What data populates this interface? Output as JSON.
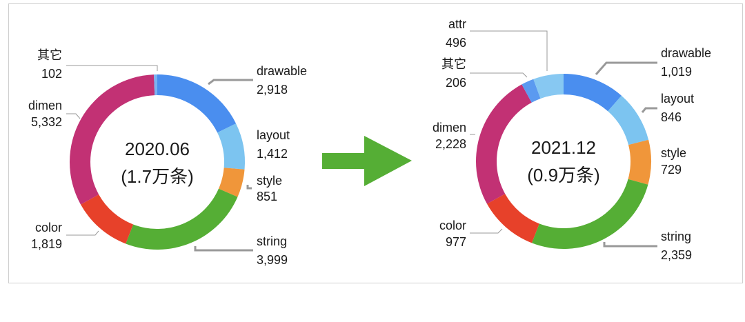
{
  "chart_data": [
    {
      "type": "pie",
      "variant": "donut",
      "title": "2020.06",
      "subtitle": "(1.7万条)",
      "categories": [
        "drawable",
        "layout",
        "style",
        "string",
        "color",
        "dimen",
        "其它"
      ],
      "values": [
        2918,
        1412,
        851,
        3999,
        1819,
        5332,
        102
      ],
      "value_labels": [
        "2,918",
        "1,412",
        "851",
        "3,999",
        "1,819",
        "5,332",
        "102"
      ],
      "colors": [
        "#4A8EEF",
        "#7CC4F0",
        "#F0963A",
        "#55AE35",
        "#E7412A",
        "#C23174",
        "#7AB2F0"
      ]
    },
    {
      "type": "pie",
      "variant": "donut",
      "title": "2021.12",
      "subtitle": "(0.9万条)",
      "categories": [
        "drawable",
        "layout",
        "style",
        "string",
        "color",
        "dimen",
        "其它",
        "attr"
      ],
      "values": [
        1019,
        846,
        729,
        2359,
        977,
        2228,
        206,
        496
      ],
      "value_labels": [
        "1,019",
        "846",
        "729",
        "2,359",
        "977",
        "2,228",
        "206",
        "496"
      ],
      "colors": [
        "#4A8EEF",
        "#7CC4F0",
        "#F0963A",
        "#55AE35",
        "#E7412A",
        "#C23174",
        "#5B9AF0",
        "#87C8F2"
      ]
    }
  ],
  "arrow": {
    "color": "#55AE35"
  }
}
